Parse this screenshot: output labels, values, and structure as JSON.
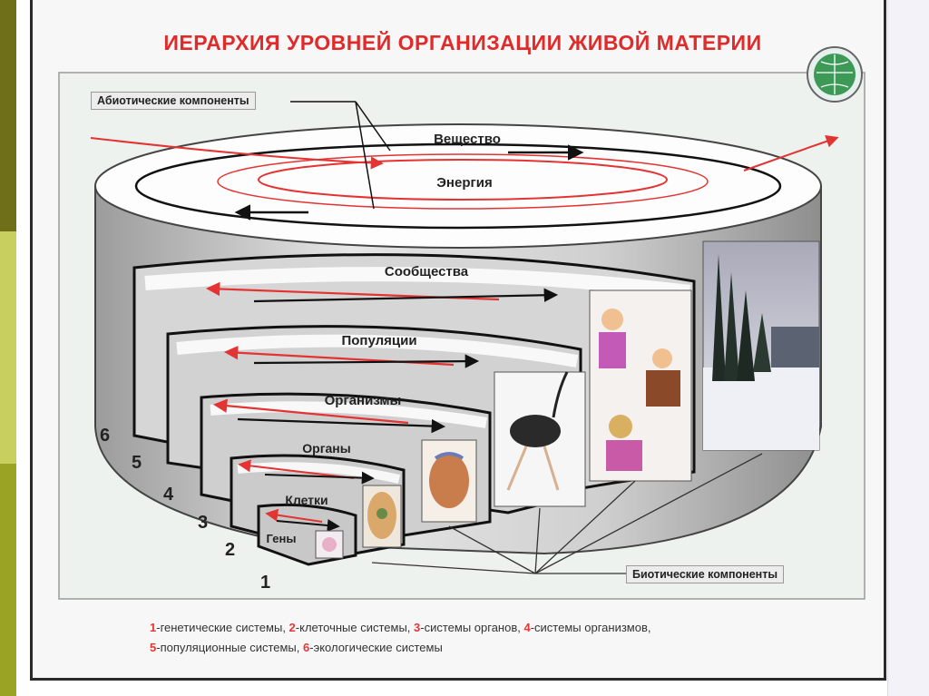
{
  "title": "ИЕРАРХИЯ УРОВНЕЙ ОРГАНИЗАЦИИ ЖИВОЙ МАТЕРИИ",
  "abiotic_label": "Абиотические компоненты",
  "biotic_label": "Биотические компоненты",
  "top_labels": {
    "matter": "Вещество",
    "energy": "Энергия"
  },
  "levels": [
    {
      "number": "6",
      "name": "Сообщества"
    },
    {
      "number": "5",
      "name": "Популяции"
    },
    {
      "number": "4",
      "name": "Организмы"
    },
    {
      "number": "3",
      "name": "Органы"
    },
    {
      "number": "2",
      "name": "Клетки"
    },
    {
      "number": "1",
      "name": "Гены"
    }
  ],
  "legend_line1": [
    {
      "n": "1",
      "text": "-генетические системы, "
    },
    {
      "n": "2",
      "text": "-клеточные системы, "
    },
    {
      "n": "3",
      "text": "-системы органов, "
    },
    {
      "n": "4",
      "text": "-системы организмов,"
    }
  ],
  "legend_line2": [
    {
      "n": "5",
      "text": "-популяционные системы, "
    },
    {
      "n": "6",
      "text": "-экологические системы"
    }
  ],
  "colors": {
    "title": "#e12a2a",
    "arrow_red": "#e33333",
    "slide_bg": "#f7f7f7",
    "strip_dark": "#6f6f1a",
    "strip_light": "#c8cf5e",
    "strip_mid": "#9aa323"
  },
  "icons": [
    "globe-icon",
    "forest-image",
    "people-image",
    "ostrich-image",
    "heart-image",
    "cell-image",
    "gene-image"
  ]
}
